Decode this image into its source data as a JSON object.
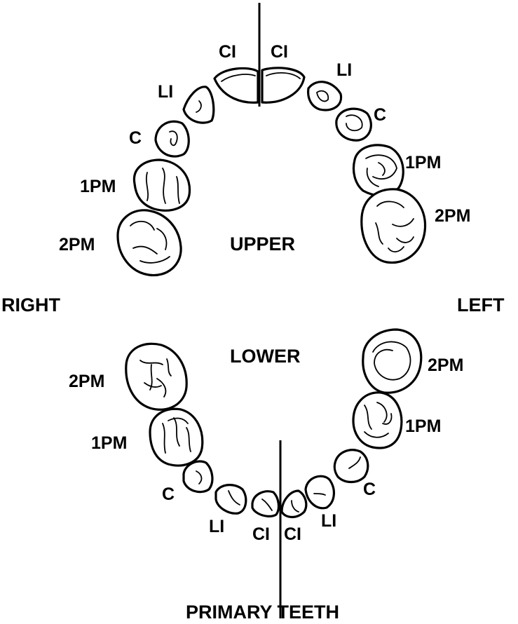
{
  "title": "PRIMARY TEETH",
  "arches": {
    "upper_label": "UPPER",
    "lower_label": "LOWER"
  },
  "sides": {
    "right": "RIGHT",
    "left": "LEFT"
  },
  "upper_teeth": {
    "right": [
      "CI",
      "LI",
      "C",
      "1PM",
      "2PM"
    ],
    "left": [
      "CI",
      "LI",
      "C",
      "1PM",
      "2PM"
    ]
  },
  "lower_teeth": {
    "right": [
      "CI",
      "LI",
      "C",
      "1PM",
      "2PM"
    ],
    "left": [
      "CI",
      "LI",
      "C",
      "1PM",
      "2PM"
    ]
  },
  "colors": {
    "ink": "#000000",
    "background": "#ffffff"
  }
}
